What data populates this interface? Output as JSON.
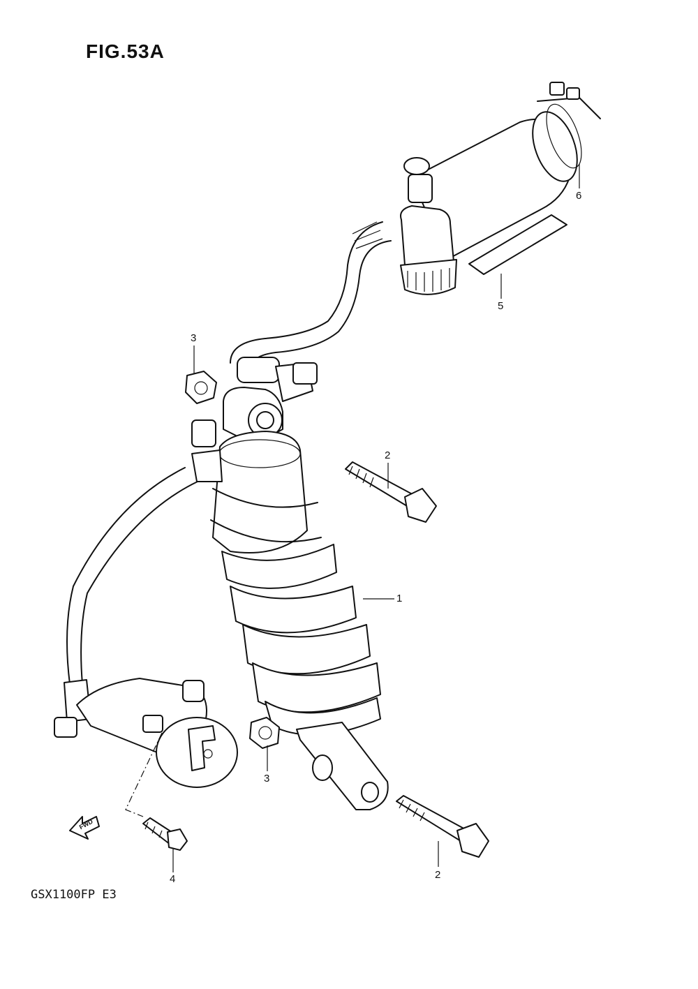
{
  "figure": {
    "title": "FIG.53A",
    "model_code": "GSX1100FP  E3",
    "fwd_label": "FWD"
  },
  "callouts": [
    {
      "id": "c1",
      "label": "1"
    },
    {
      "id": "c2a",
      "label": "2"
    },
    {
      "id": "c2b",
      "label": "2"
    },
    {
      "id": "c3a",
      "label": "3"
    },
    {
      "id": "c3b",
      "label": "3"
    },
    {
      "id": "c4",
      "label": "4"
    },
    {
      "id": "c5",
      "label": "5"
    },
    {
      "id": "c6",
      "label": "6"
    }
  ]
}
